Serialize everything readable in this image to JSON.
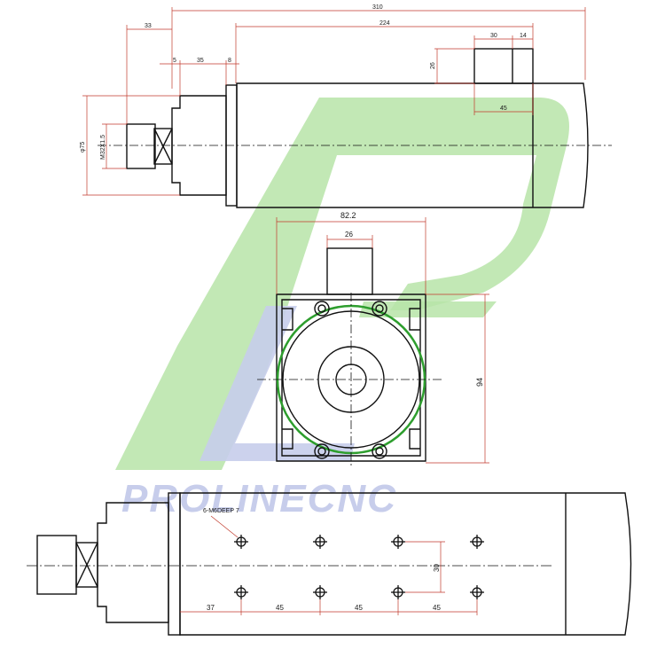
{
  "watermark": {
    "brand_text": "PROLINECNC",
    "colors": {
      "green": "#b7e4a8",
      "blue": "#c7cdeb"
    }
  },
  "side_view": {
    "dims": {
      "overall_length": "310",
      "body_length": "224",
      "connector_width": "30",
      "connector_offset": "14",
      "dim_33": "33",
      "dim_5": "5",
      "dim_35": "35",
      "dim_8": "8",
      "connector_height": "26",
      "connector_pos": "45",
      "diameter": "φ75",
      "thread": "M32X1.5"
    }
  },
  "end_view": {
    "dims": {
      "flange_width": "82.2",
      "connector_width": "26",
      "height": "94"
    }
  },
  "bottom_view": {
    "dims": {
      "hole_note": "6-M6DEEP 7",
      "first_offset": "37",
      "pitch_1": "45",
      "pitch_2": "45",
      "pitch_3": "45",
      "row_spacing": "30"
    }
  },
  "colors": {
    "line": "#111111",
    "dim": "#c0392b",
    "green_outline": "#2e9e2e"
  }
}
